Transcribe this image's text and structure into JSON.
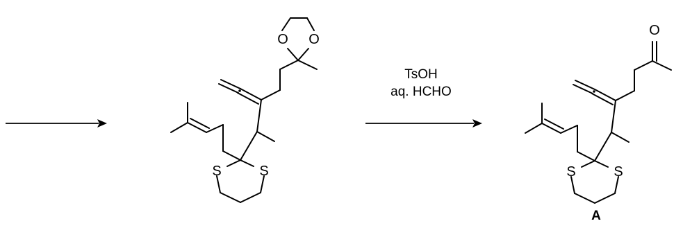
{
  "scheme": {
    "reagents": {
      "line1": "TsOH",
      "line2": "aq. HCHO"
    },
    "product_label": "A",
    "atoms": {
      "sulfur": "S",
      "oxygen": "O"
    },
    "colors": {
      "ink": "#000000",
      "background": "#ffffff"
    }
  }
}
